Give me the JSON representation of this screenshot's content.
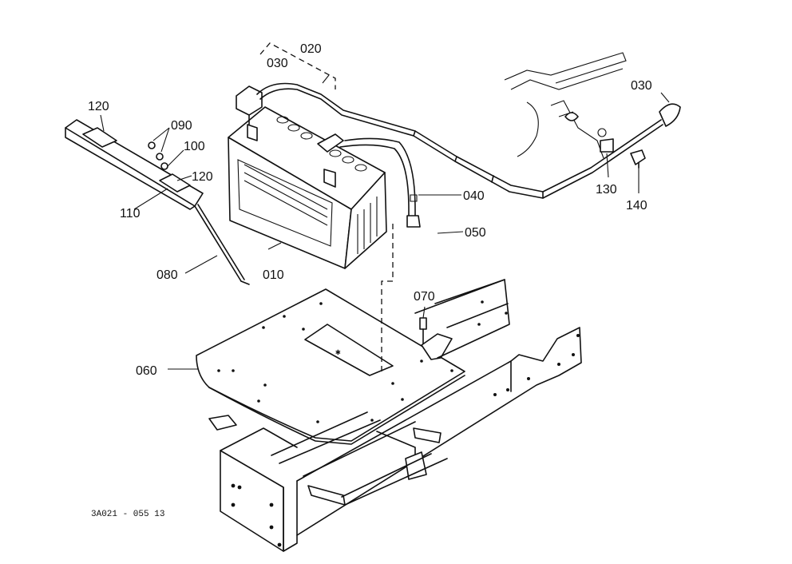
{
  "diagram": {
    "callouts": [
      {
        "id": "c010",
        "text": "010"
      },
      {
        "id": "c020",
        "text": "020"
      },
      {
        "id": "c030a",
        "text": "030"
      },
      {
        "id": "c030b",
        "text": "030"
      },
      {
        "id": "c040",
        "text": "040"
      },
      {
        "id": "c050",
        "text": "050"
      },
      {
        "id": "c060",
        "text": "060"
      },
      {
        "id": "c070",
        "text": "070"
      },
      {
        "id": "c080",
        "text": "080"
      },
      {
        "id": "c090",
        "text": "090"
      },
      {
        "id": "c100",
        "text": "100"
      },
      {
        "id": "c110",
        "text": "110"
      },
      {
        "id": "c120a",
        "text": "120"
      },
      {
        "id": "c120b",
        "text": "120"
      },
      {
        "id": "c130",
        "text": "130"
      },
      {
        "id": "c140",
        "text": "140"
      }
    ],
    "drawing_code": "3A021 - 055 13"
  }
}
